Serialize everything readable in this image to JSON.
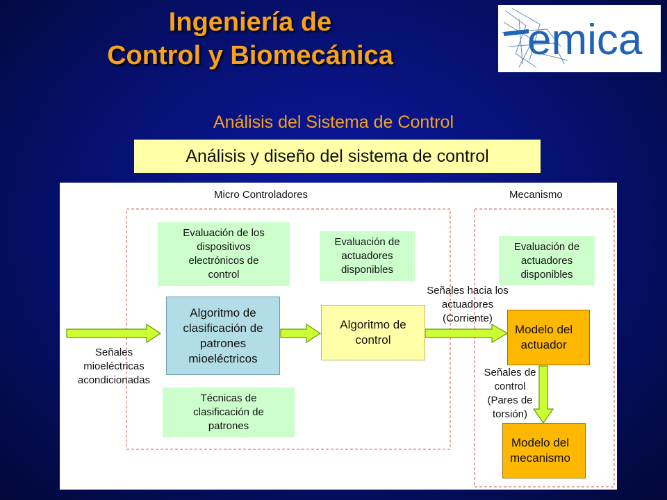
{
  "title": {
    "line1": "Ingeniería de",
    "line2": "Control y Biomecánica"
  },
  "logo": {
    "text": "emica"
  },
  "subtitle": "Análisis del Sistema de Control",
  "header_box": "Análisis y diseño del sistema de control",
  "diagram": {
    "section_micro": "Micro Controladores",
    "section_mecanismo": "Mecanismo",
    "eval_dispositivos": "Evaluación de los\ndispositivos\nelectrónicos de\ncontrol",
    "eval_actuadores_1": "Evaluación de\nactuadores\ndisponibles",
    "eval_actuadores_2": "Evaluación de\nactuadores\ndisponibles",
    "algoritmo_clasificacion": "Algoritmo  de\nclasificación de\npatrones\nmioeléctricos",
    "algoritmo_control": "Algoritmo de\ncontrol",
    "tecnicas": "Técnicas de\nclasificación de\npatrones",
    "modelo_actuador": "Modelo del\nactuador",
    "modelo_mecanismo": "Modelo del\nmecanismo",
    "senales_input": "Señales\nmioeléctricas\nacondicionadas",
    "senales_actuadores": "Señales hacia los\nactuadores\n(Corriente)",
    "senales_control": "Señales de\ncontrol\n(Pares de\ntorsión)"
  },
  "colors": {
    "title": "#f7a21c",
    "arrow_fill": "#ccff33",
    "arrow_stroke": "#669900",
    "dashed_border": "#d9534f",
    "green_box": "#ccffcc",
    "blue_box": "#b3dde6",
    "yellow_box": "#ffffa8",
    "orange_box": "#ffb800"
  }
}
